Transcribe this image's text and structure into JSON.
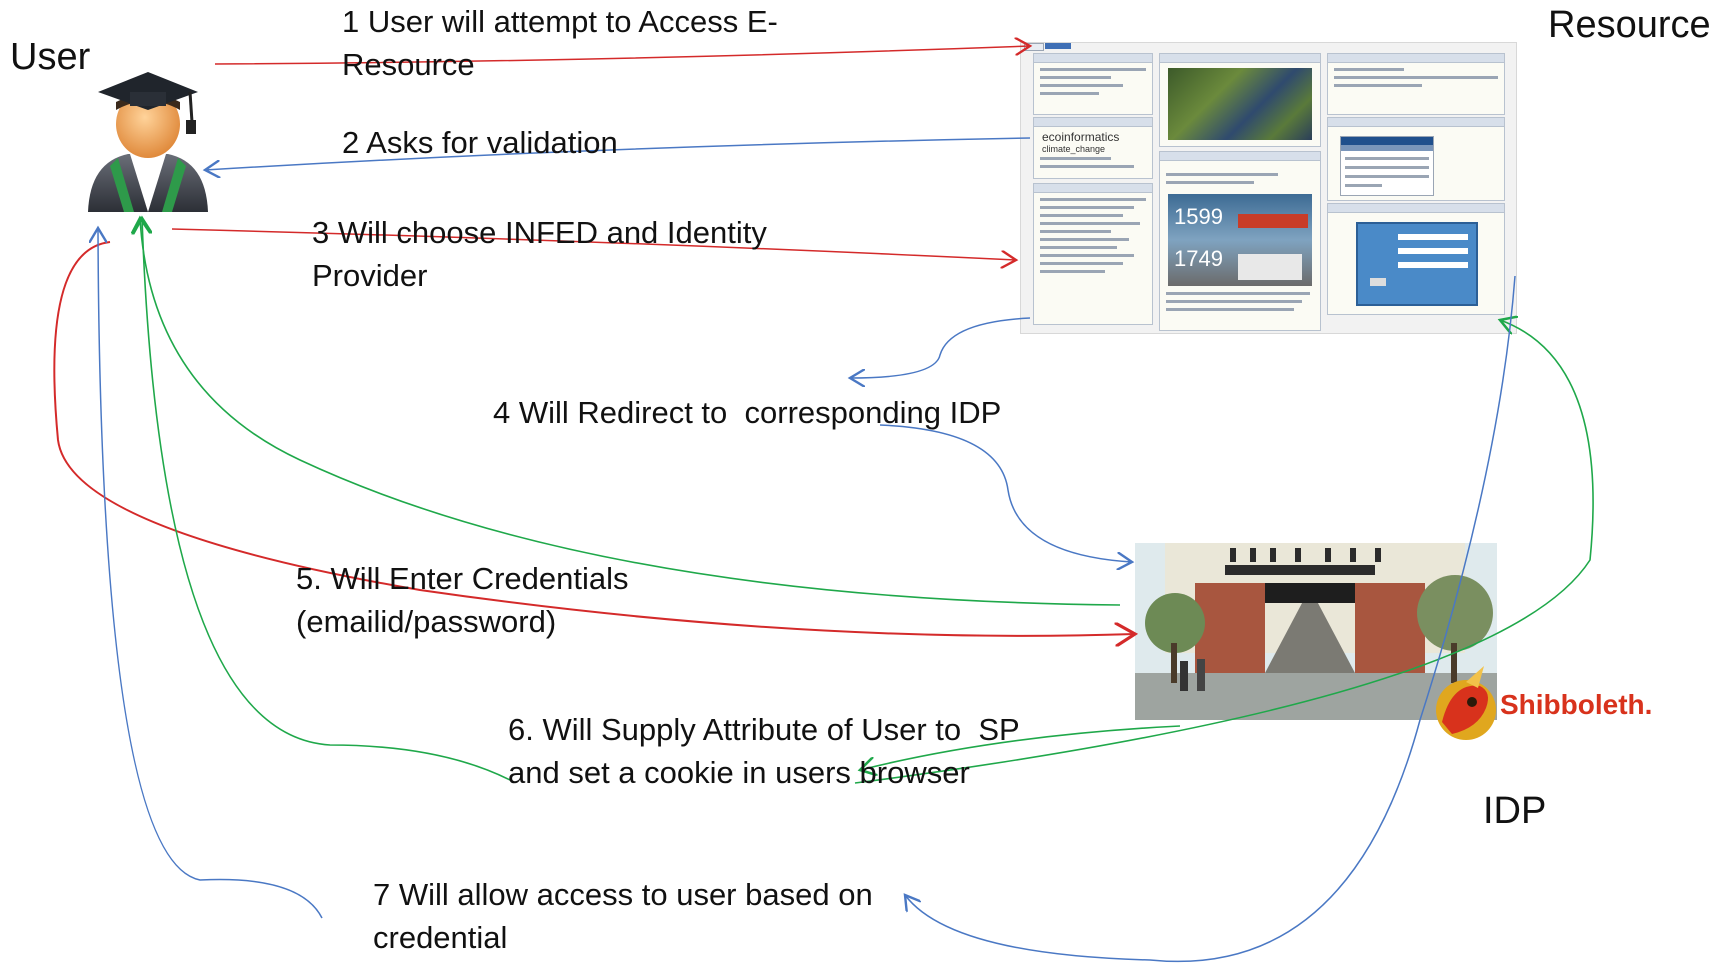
{
  "actors": {
    "user": "User",
    "resource": "Resource",
    "idp": "IDP"
  },
  "steps": {
    "s1": "1 User will attempt to Access E-\nResource",
    "s2": "2 Asks for validation",
    "s3": "3 Will choose INFED and Identity\nProvider",
    "s4": "4 Will Redirect to  corresponding IDP",
    "s5": "5. Will Enter Credentials\n(emailid/password)",
    "s6": "6. Will Supply Attribute of User to  SP\nand set a cookie in users browser",
    "s7": "7 Will allow access to user based on\ncredential"
  },
  "shibboleth": {
    "text": "Shibboleth."
  },
  "resource_screenshot": {
    "headline": "ecoinformatics",
    "subline": "climate_change",
    "price_top": "1599",
    "price_bottom": "1749"
  },
  "colors": {
    "red_arrow": "#d42a2a",
    "blue_arrow": "#4a78c4",
    "green_arrow": "#1fa84a",
    "shibboleth_red": "#d8321c"
  }
}
